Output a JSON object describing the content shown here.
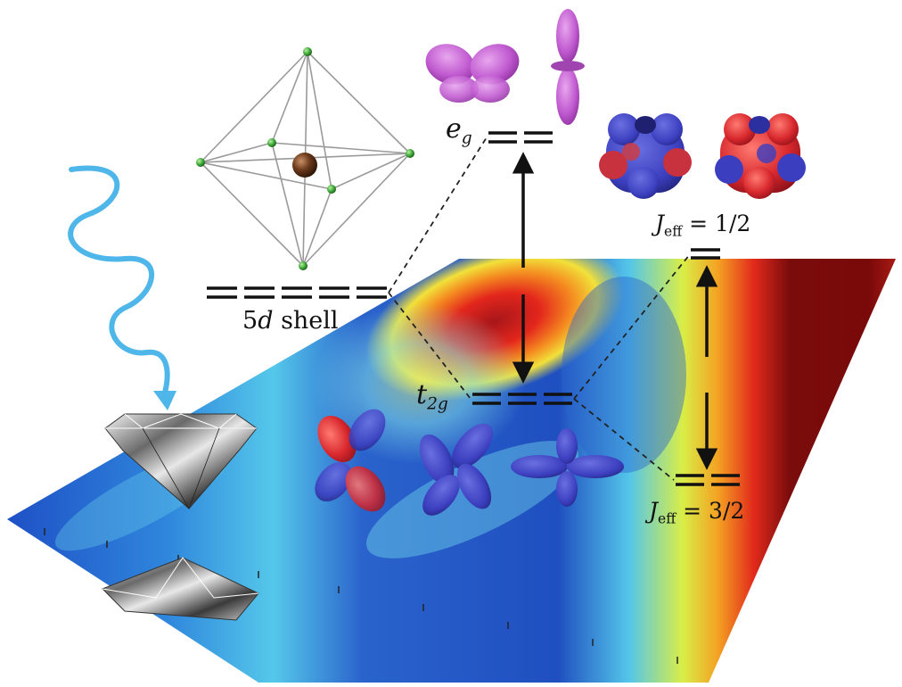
{
  "labels": {
    "shell": {
      "symbol": "5",
      "var": "d",
      "word": " shell"
    },
    "eg": {
      "var": "e",
      "sub": "g"
    },
    "t2g": {
      "var": "t",
      "sub": "2g"
    },
    "jeff_half": {
      "var": "J",
      "sub": "eff",
      "value": " = 1/2"
    },
    "jeff_threehalf": {
      "var": "J",
      "sub": "eff",
      "value": " = 3/2"
    }
  },
  "level_counts": {
    "five_d": 5,
    "eg": 2,
    "t2g": 3,
    "jeff_half": 1,
    "jeff_threehalf": 2
  },
  "colors": {
    "heatmap": [
      "#1e4fc4",
      "#3aa9e8",
      "#8fe6e8",
      "#e8ef3a",
      "#f5a623",
      "#e8261c",
      "#7a0a0a"
    ],
    "orbital_magenta": "#c05ad0",
    "orbital_blue": "#3b3fbf",
    "orbital_red": "#d8282e",
    "atom_center": "#6b3a1c",
    "atom_vertex": "#3aa535",
    "photon": "#4fb6ea"
  },
  "icons": [
    "octahedron-icon",
    "photon-icon",
    "diamond-icon",
    "orbital-icon"
  ]
}
